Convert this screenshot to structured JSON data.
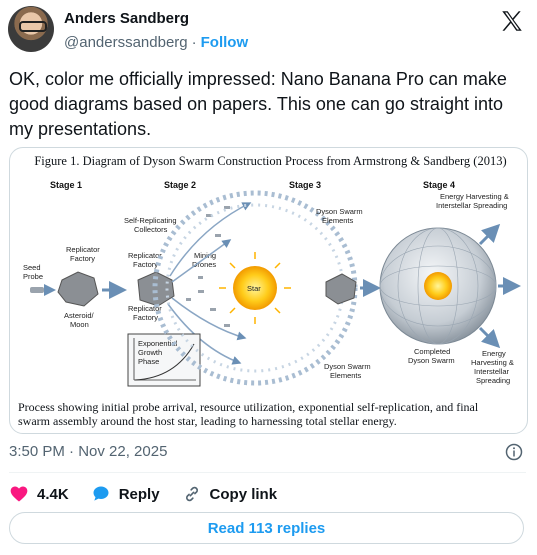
{
  "author": {
    "name": "Anders Sandberg",
    "handle": "@anderssandberg",
    "follow_label": "Follow"
  },
  "tweet": {
    "text": "OK, color me officially impressed: Nano Banana Pro can make good diagrams based on papers. This one can go straight into my presentations.",
    "timestamp": "3:50 PM · Nov 22, 2025"
  },
  "figure": {
    "title": "Figure 1. Diagram of Dyson Swarm Construction Process from Armstrong & Sandberg (2013)",
    "stages": [
      "Stage 1",
      "Stage 2",
      "Stage 3",
      "Stage 4"
    ],
    "labels": {
      "seed_probe_1": "Seed",
      "seed_probe_2": "Probe",
      "replicator_factory_1a": "Replicator",
      "replicator_factory_1b": "Factory",
      "asteroid_1": "Asteroid/",
      "asteroid_2": "Moon",
      "self_rep_1": "Self-Replicating",
      "self_rep_2": "Collectors",
      "rep_factory_2a": "Replicator",
      "rep_factory_2b": "Factory",
      "mining_1": "Mining",
      "mining_2": "Drones",
      "rep_factory_3a": "Replicator",
      "rep_factory_3b": "Factory",
      "exp_1": "Exponential",
      "exp_2": "Growth",
      "exp_3": "Phase",
      "star": "Star",
      "dse_top_1": "Dyson Swarm",
      "dse_top_2": "Elements",
      "dse_bot_1": "Dyson Swarm",
      "dse_bot_2": "Elements",
      "energy_top_1": "Energy Harvesting &",
      "energy_top_2": "Interstellar Spreading",
      "completed_1": "Completed",
      "completed_2": "Dyson Swarm",
      "energy_bot_1": "Energy",
      "energy_bot_2": "Harvesting &",
      "energy_bot_3": "Interstellar",
      "energy_bot_4": "Spreading"
    },
    "caption": "Process showing initial probe arrival, resource utilization, exponential self-replication, and final swarm assembly around the host star, leading to harnessing total stellar energy."
  },
  "engagement": {
    "likes": "4.4K",
    "reply_label": "Reply",
    "copy_link_label": "Copy link",
    "read_replies_label": "Read 113 replies"
  },
  "colors": {
    "accent": "#1d9bf0",
    "like": "#f91880",
    "muted": "#536471"
  },
  "icons": [
    "x-logo-icon",
    "info-icon",
    "heart-icon",
    "reply-bubble-icon",
    "link-icon"
  ]
}
